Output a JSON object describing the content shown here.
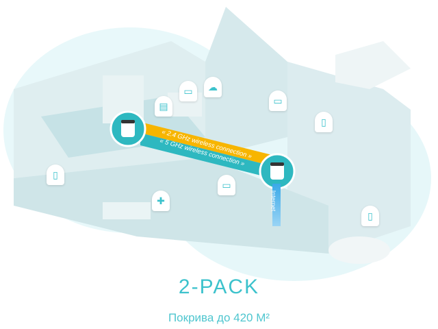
{
  "product": {
    "headline": "2-PACK",
    "coverage": "Покрива до 420 M²"
  },
  "connections": {
    "band_24": "« 2.4 GHz wireless connection »",
    "band_5": "« 5 GHz wireless connection »",
    "wired": "Internet"
  },
  "colors": {
    "accent": "#3cc2cc",
    "band_24": "#f7b500",
    "band_5": "#2eb8c0",
    "internet": "#3aa9e8"
  },
  "icons": [
    "cloud-icon",
    "monitor-icon",
    "tablet-icon",
    "smartphone-icon",
    "gamepad-icon",
    "tv-icon",
    "laptop-icon",
    "phone-icon"
  ]
}
